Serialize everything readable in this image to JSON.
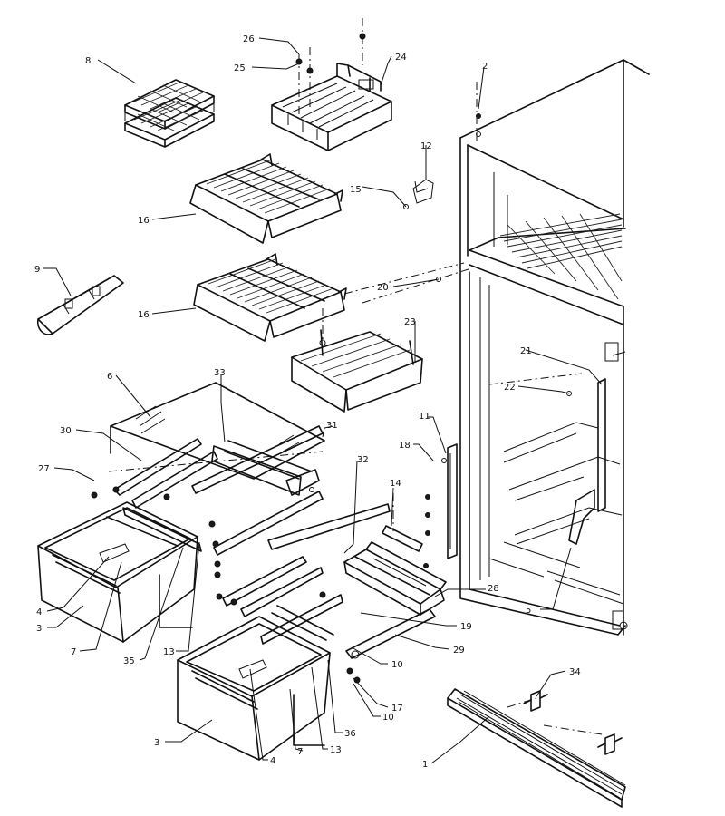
{
  "labels": {
    "l1": "1",
    "l2": "2",
    "l3a": "3",
    "l3b": "3",
    "l4a": "4",
    "l4b": "4",
    "l5": "5",
    "l6": "6",
    "l7a": "7",
    "l7b": "7",
    "l8": "8",
    "l9": "9",
    "l10a": "10",
    "l10b": "10",
    "l11": "11",
    "l12": "12",
    "l13a": "13",
    "l13b": "13",
    "l14": "14",
    "l15": "15",
    "l16a": "16",
    "l16b": "16",
    "l17": "17",
    "l18": "18",
    "l19": "19",
    "l20": "20",
    "l21": "21",
    "l22": "22",
    "l23": "23",
    "l24": "24",
    "l25": "25",
    "l26": "26",
    "l27": "27",
    "l28": "28",
    "l29": "29",
    "l30": "30",
    "l31": "31",
    "l32": "32",
    "l33": "33",
    "l34": "34",
    "l35": "35",
    "l36": "36"
  },
  "colors": {
    "line": "#111111",
    "background": "#ffffff"
  }
}
